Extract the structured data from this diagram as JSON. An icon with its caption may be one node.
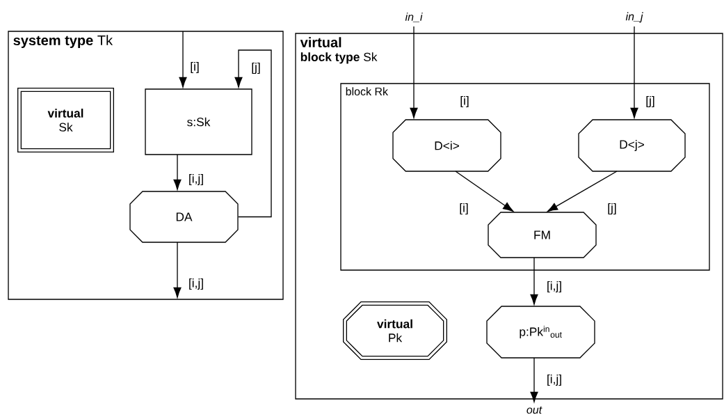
{
  "diagram": {
    "nodes": [
      {
        "text": [
          "**system type** Tk"
        ]
      },
      {
        "text": [
          "virtual",
          "Sk"
        ],
        "in": 0
      },
      {
        "text": [
          "s:Sk"
        ],
        "in": 0
      },
      {
        "text": [
          "DA"
        ],
        "in": 0
      },
      {
        "text": [
          "virtual",
          "**block type** Sk"
        ]
      },
      {
        "text": [
          "block Rk"
        ],
        "in": 4
      },
      {
        "text": [
          "D<i>"
        ],
        "in": 5
      },
      {
        "text": [
          "D<j>"
        ],
        "in": 5
      },
      {
        "text": [
          "FM"
        ],
        "in": 5
      },
      {
        "text": [
          "virtual",
          "Pk"
        ],
        "in": 4
      },
      {
        "text": [
          "p:Pk$^{in}$$_{out}$"
        ],
        "in": 4
      },
      {
        "text": [
          "in_i"
        ]
      },
      {
        "text": [
          "in_j"
        ]
      },
      {
        "text": [
          "out"
        ]
      }
    ],
    "edges": [
      {
        "from": null,
        "to": 2,
        "arrow": "to",
        "label": "[i]"
      },
      {
        "from": 3,
        "to": 2,
        "arrow": "to",
        "label": "[j]"
      },
      {
        "from": 2,
        "to": 3,
        "arrow": "to",
        "label": "[i,j]"
      },
      {
        "from": 3,
        "to": null,
        "arrow": "to",
        "label": "[i,j]"
      },
      {
        "from": 11,
        "to": 6,
        "arrow": "to",
        "label": "[i]"
      },
      {
        "from": 12,
        "to": 7,
        "arrow": "to",
        "label": "[j]"
      },
      {
        "from": 6,
        "to": 8,
        "arrow": "to",
        "label": "[i]"
      },
      {
        "from": 7,
        "to": 8,
        "arrow": "to",
        "label": "[j]"
      },
      {
        "from": 8,
        "to": 10,
        "arrow": "to",
        "label": "[i,j]"
      },
      {
        "from": 10,
        "to": 13,
        "arrow": "to",
        "label": "[i,j]"
      }
    ]
  }
}
